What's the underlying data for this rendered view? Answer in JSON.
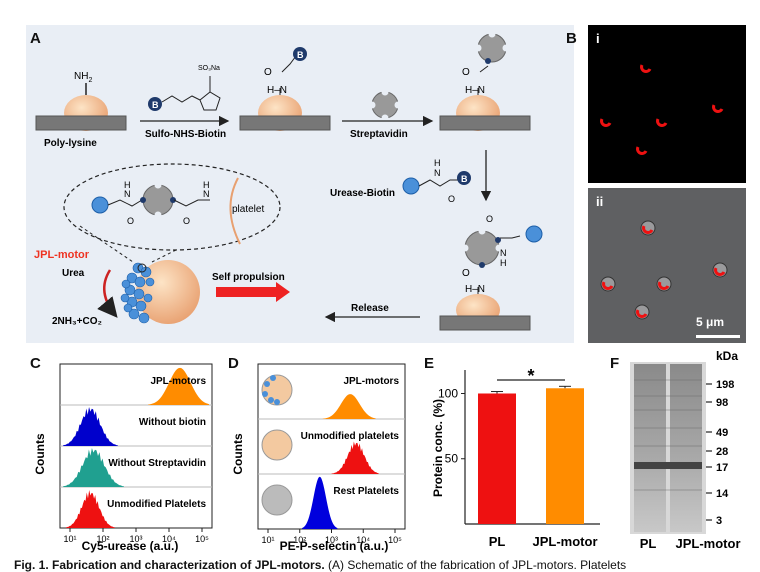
{
  "panelA": {
    "letter": "A",
    "step_polylysine": "Poly-lysine",
    "nh2": "NH",
    "nh2_sub": "2",
    "so3na": "SO₃Na",
    "arrow_sulfo": "Sulfo-NHS-Biotin",
    "arrow_strep": "Streptavidin",
    "urease_biotin": "Urease-Biotin",
    "release": "Release",
    "jpl_motor": "JPL-motor",
    "urea": "Urea",
    "products": "2NH₃+CO₂",
    "self_propulsion": "Self propulsion",
    "platelet": "platelet",
    "biotin_letter": "B",
    "atom_o": "O",
    "atom_h": "H",
    "atom_n": "N",
    "amide_h_n": "H–N",
    "amide_n_h": "N–H"
  },
  "panelB": {
    "letter": "B",
    "sub_i": "i",
    "sub_ii": "ii",
    "scale": "5 μm"
  },
  "panelC": {
    "letter": "C",
    "ylabel": "Counts",
    "xlabel": "Cy5-urease (a.u.)",
    "rows": [
      "JPL-motors",
      "Without biotin",
      "Without Streptavidin",
      "Unmodified Platelets"
    ],
    "colors": [
      "#ff8c00",
      "#0000cc",
      "#20a090",
      "#ee1111"
    ],
    "ticks": [
      "10¹",
      "10²",
      "10³",
      "10⁴",
      "10⁵"
    ]
  },
  "panelD": {
    "letter": "D",
    "ylabel": "Counts",
    "xlabel": "PE-P-selectin (a.u.)",
    "rows": [
      "JPL-motors",
      "Unmodified platelets",
      "Rest Platelets"
    ],
    "colors": [
      "#ff8c00",
      "#ee1111",
      "#0000dd"
    ],
    "ticks": [
      "10¹",
      "10²",
      "10³",
      "10⁴",
      "10⁵"
    ]
  },
  "panelE": {
    "letter": "E",
    "ylabel": "Protein conc. (%)",
    "significance": "*",
    "chart_data": {
      "type": "bar",
      "categories": [
        "PL",
        "JPL-motor"
      ],
      "values": [
        100,
        104
      ],
      "errors": [
        1.5,
        1.5
      ],
      "colors": [
        "#ee1111",
        "#ff8c00"
      ],
      "ylabel": "Protein conc. (%)",
      "yticks": [
        50,
        100
      ],
      "ylim": [
        0,
        118
      ]
    }
  },
  "panelF": {
    "letter": "F",
    "kda": "kDa",
    "markers": [
      "198",
      "98",
      "49",
      "28",
      "17",
      "14",
      "3"
    ],
    "lanes": [
      "PL",
      "JPL-motor"
    ]
  },
  "caption": {
    "bold": "Fig. 1. Fabrication and characterization of JPL-motors.",
    "rest": " (A) Schematic of the fabrication of JPL-motors. Platelets"
  }
}
